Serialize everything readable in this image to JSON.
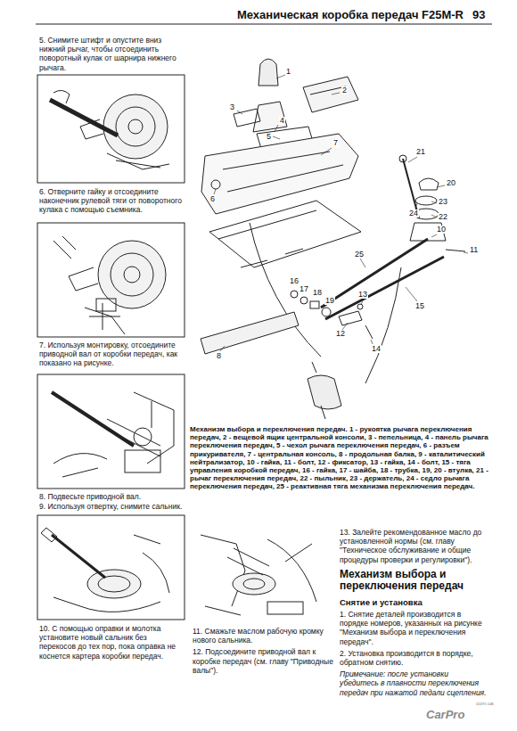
{
  "diagram": {
    "title": "Механическая коробка передач F25M-R",
    "labels": [
      "93",
      "5. Снимите штифт и опустите вниз нижний рычаг, чтобы отсоединить поворотный кулак от шарнира нижнего рычага.",
      "6. Отверните гайку и отсоедините наконечник рулевой тяги от поворотного кулака с помощью съемника.",
      "7. Используя монтировку, отсоедините приводной вал от коробки передач, как показано на рисунке.",
      "8. Подвесьте приводной вал.",
      "9. Используя отвертку, снимите сальник.",
      "10. С помощью оправки и молотка установите новый сальник без перекосов до тех пор, пока оправка не коснется картера коробки передач.",
      "11. Смажьте маслом рабочую кромку нового сальника.",
      "12. Подсоедините приводной вал к коробке передач (см. главу \"Приводные валы\").",
      "Механизм выбора и переключения передач. 1 - рукоятка рычага переключения передач, 2 - вещевой ящик центральной консоли, 3 - пепельница, 4 - панель рычага переключения передач, 5 - чехол рычага переключения передач, 6 - разъем прикуривателя, 7 - центральная консоль, 8 - продольная балка, 9 - каталитический нейтрализатор, 10 - гайка, 11 - болт, 12 - фиксатор, 13 - гайка, 14 - болт, 15 - тяга управления коробкой передач, 16 - гайка, 17 - шайба, 18 - трубка, 19, 20 - втулка, 21 - рычаг переключения передач, 22 - пыльник, 23 - держатель, 24 - седло рычага переключения передач, 25 - реактивная тяга механизма переключения передач.",
      "13. Залейте рекомендованное масло до установленной нормы (см. главу \"Техническое обслуживание и общие процедуры проверки и регулировки\").",
      "Механизм выбора и переключения передач",
      "Снятие и установка",
      "1. Снятие деталей производится в порядке номеров, указанных на рисунке \"Механизм выбора и переключения передач\".",
      "2. Установка производится в порядке, обратном снятию.",
      "Примечание: после установки убедитесь в плавности переключения передач при нажатой педали сцепления.",
      "1",
      "2",
      "3",
      "4",
      "5",
      "6",
      "7",
      "8",
      "10",
      "11",
      "12",
      "13",
      "14",
      "15",
      "16",
      "17",
      "18",
      "19",
      "20",
      "21",
      "22",
      "23",
      "24",
      "25",
      "CarPro",
      "com.ua"
    ]
  }
}
